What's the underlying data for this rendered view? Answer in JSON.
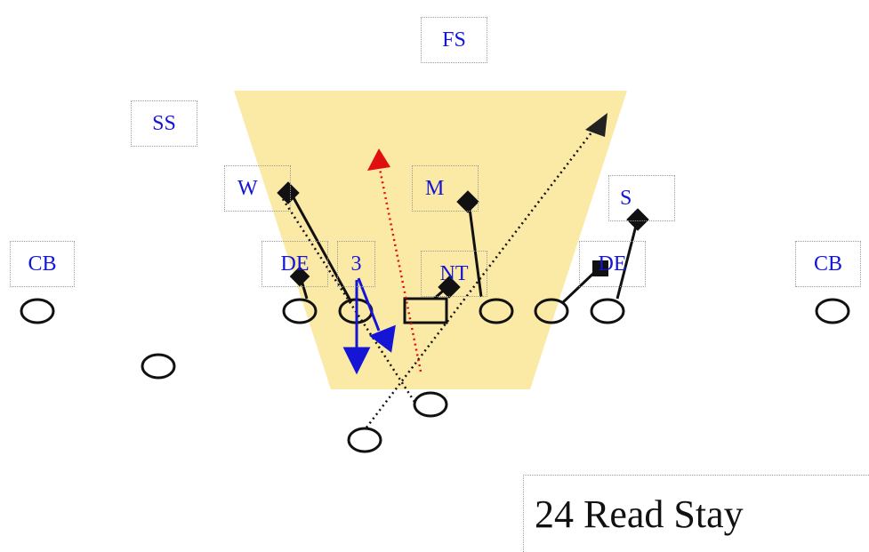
{
  "title": "24 Read Stay",
  "defense_labels": {
    "fs": "FS",
    "ss": "SS",
    "w": "W",
    "m": "M",
    "s": "S",
    "cb_left": "CB",
    "cb_right": "CB",
    "de_left": "DE",
    "de_right": "DE",
    "three": "3",
    "nt": "NT"
  },
  "colors": {
    "zone_fill": "#fbe9a6",
    "label_text": "#1515d6",
    "route_blue": "#1515d6",
    "route_red": "#e01010",
    "route_black": "#111111"
  }
}
